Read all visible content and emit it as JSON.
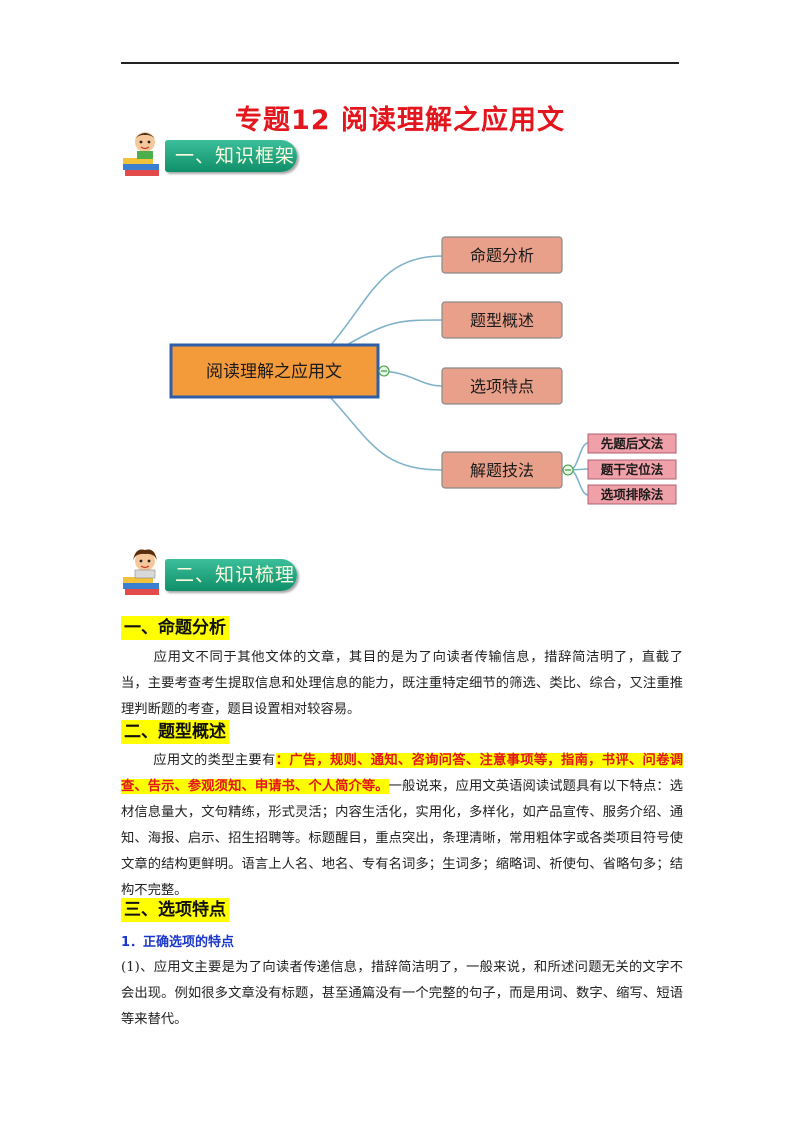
{
  "title": "专题12    阅读理解之应用文",
  "banner1": "一、知识框架",
  "banner2": "二、知识梳理",
  "mindmap": {
    "root": "阅读理解之应用文",
    "branches": [
      "命题分析",
      "题型概述",
      "选项特点",
      "解题技法"
    ],
    "sub_branches": [
      "先题后文法",
      "题干定位法",
      "选项排除法"
    ]
  },
  "colors": {
    "title_red": "#e3151d",
    "node_fill": "#e9a08a",
    "root_fill": "#f39a3a",
    "root_border": "#2f5da8",
    "banner_green": "#1aa37a",
    "heading_highlight": "#ffff00",
    "sub_heading_blue": "#1b37c9",
    "connector": "#7fb2c9"
  },
  "sections": {
    "s1_heading": "一、命题分析",
    "s1_text": "应用文不同于其他文体的文章，其目的是为了向读者传输信息，措辞简洁明了，直截了当，主要考查考生提取信息和处理信息的能力，既注重特定细节的筛选、类比、综合，又注重推理判断题的考查，题目设置相对较容易。",
    "s2_heading": "二、题型概述",
    "s2_text_a": "应用文的类型主要有",
    "s2_text_highlight": "：广告，规则、通知、咨询问答、注意事项等，指南，书评、问卷调查、告示、参观须知、申请书、个人简介等。",
    "s2_text_b": "一般说来，应用文英语阅读试题具有以下特点：选材信息量大，文句精练，形式灵活；内容生活化，实用化，多样化，如产品宣传、服务介绍、通知、海报、启示、招生招聘等。标题醒目，重点突出，条理清晰，常用粗体字或各类项目符号使文章的结构更鲜明。语言上人名、地名、专有名词多；生词多；缩略词、祈使句、省略句多；结构不完整。",
    "s3_heading": "三、选项特点",
    "s3_sub": "1．正确选项的特点",
    "s3_text": "(1)、应用文主要是为了向读者传递信息，措辞简洁明了，一般来说，和所述问题无关的文字不会出现。例如很多文章没有标题，甚至通篇没有一个完整的句子，而是用词、数字、缩写、短语等来替代。"
  }
}
